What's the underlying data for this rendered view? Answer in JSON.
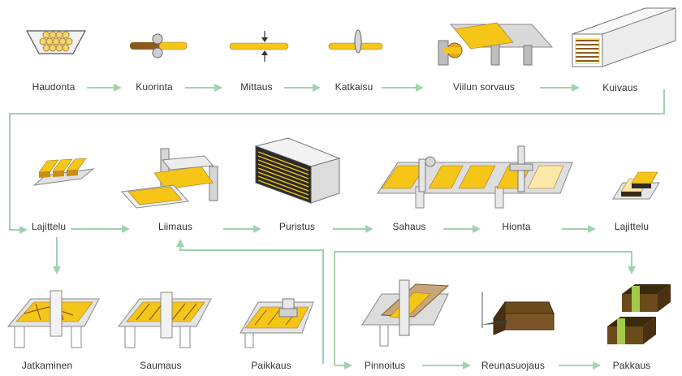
{
  "colors": {
    "arrow": "#9fd3b0",
    "wood": "#f5c518",
    "wood_dark": "#9a6a14",
    "bark": "#8a5a1c",
    "machine": "#bdbdbd",
    "machine_dark": "#6e6e6e",
    "base": "#e9e9e9",
    "veneer_light": "#fbe7a8",
    "green_layer": "#a3c94a"
  },
  "steps": {
    "haudonta": "Haudonta",
    "kuorinta": "Kuorinta",
    "mittaus": "Mittaus",
    "katkaisu": "Katkaisu",
    "viilun_sorvaus": "Viilun sorvaus",
    "kuivaus": "Kuivaus",
    "lajittelu_1": "Lajittelu",
    "liimaus": "Liimaus",
    "puristus": "Puristus",
    "sahaus": "Sahaus",
    "hionta": "Hionta",
    "lajittelu_2": "Lajittelu",
    "jatkaminen": "Jatkaminen",
    "saumaus": "Saumaus",
    "paikkaus": "Paikkaus",
    "pinnoitus": "Pinnoitus",
    "reunasuojaus": "Reunasuojaus",
    "pakkaus": "Pakkaus"
  }
}
